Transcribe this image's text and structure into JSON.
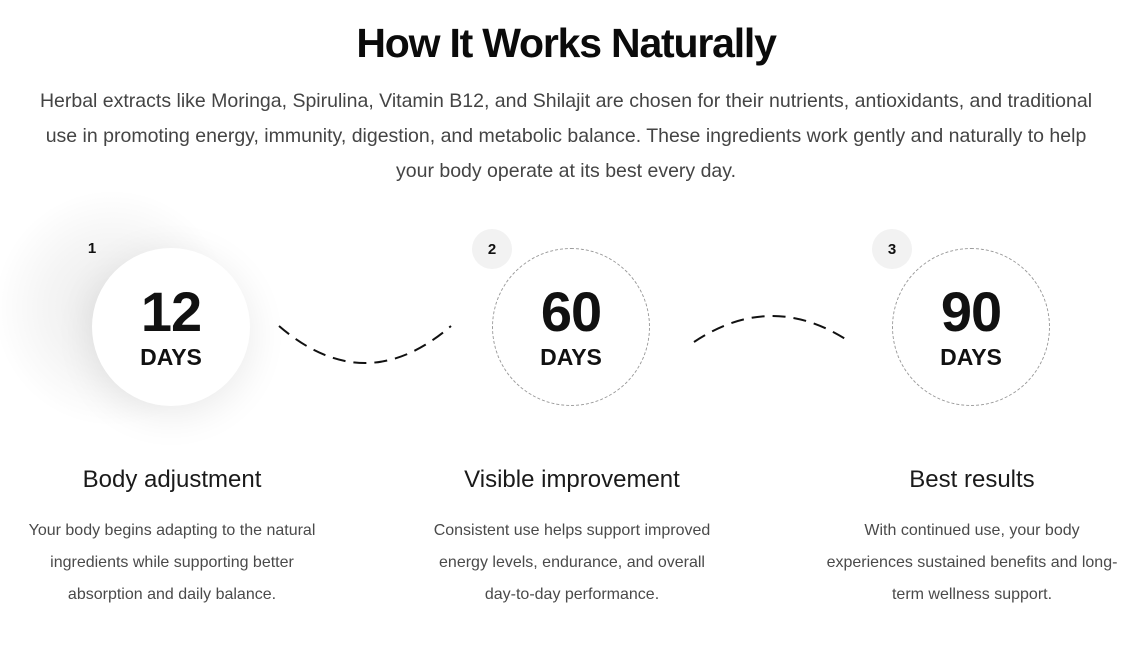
{
  "header": {
    "title": "How It Works Naturally",
    "intro": "Herbal extracts like Moringa, Spirulina, Vitamin B12, and Shilajit are chosen for their nutrients, antioxidants, and traditional use in promoting energy, immunity, digestion, and metabolic balance. These ingredients work gently and naturally to help your body operate at its best every day."
  },
  "steps": [
    {
      "badge": "1",
      "number": "12",
      "unit": "DAYS",
      "title": "Body adjustment",
      "description": "Your body begins adapting to the natural ingredients while supporting better absorption and daily balance."
    },
    {
      "badge": "2",
      "number": "60",
      "unit": "DAYS",
      "title": "Visible improvement",
      "description": "Consistent use helps support improved energy levels, endurance, and overall day-to-day performance."
    },
    {
      "badge": "3",
      "number": "90",
      "unit": "DAYS",
      "title": "Best results",
      "description": "With continued use, your body experiences sustained benefits and long-term wellness support."
    }
  ],
  "colors": {
    "text": "#111111",
    "muted": "#444444",
    "badge_bg": "#f2f2f2",
    "dash": "#111111"
  }
}
